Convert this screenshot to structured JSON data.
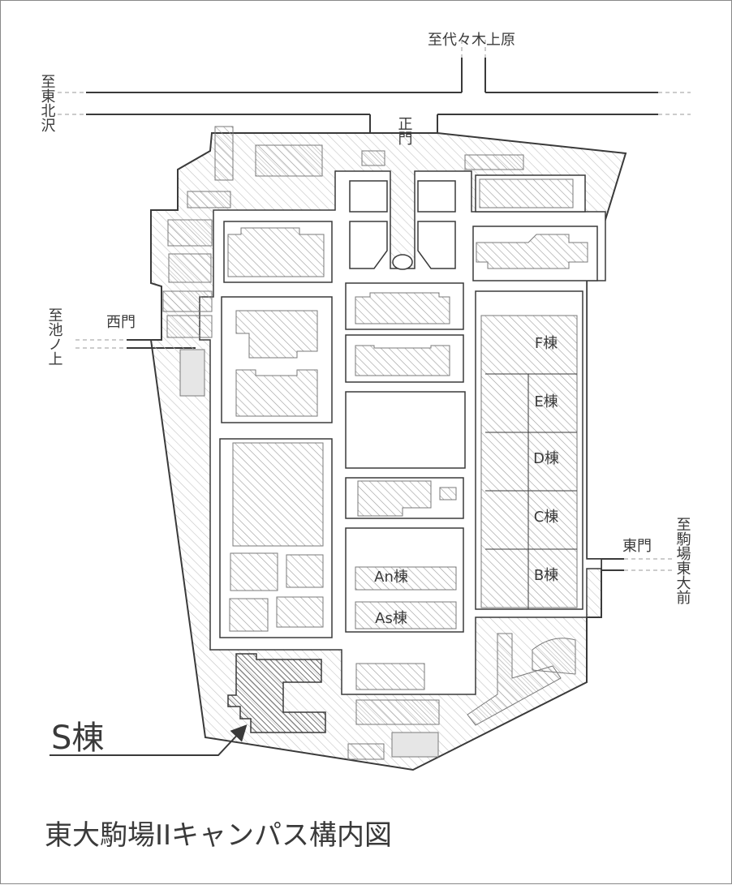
{
  "title": "東大駒場IIキャンパス構内図",
  "highlight": {
    "label": "S棟",
    "color": "#3a3a3a"
  },
  "gates": {
    "main": "正門",
    "west": "西門",
    "east": "東門"
  },
  "directions": {
    "north": "至代々木上原",
    "northwest": "至東北沢",
    "west": "至池ノ上",
    "east": "至駒場東大前"
  },
  "buildings": {
    "f": "F棟",
    "e": "E棟",
    "d": "D棟",
    "c": "C棟",
    "b": "B棟",
    "an": "An棟",
    "as": "As棟"
  },
  "colors": {
    "line": "#3a3a3a",
    "hatch": "#b8b8b8",
    "gray_block": "#e6e6e6"
  }
}
